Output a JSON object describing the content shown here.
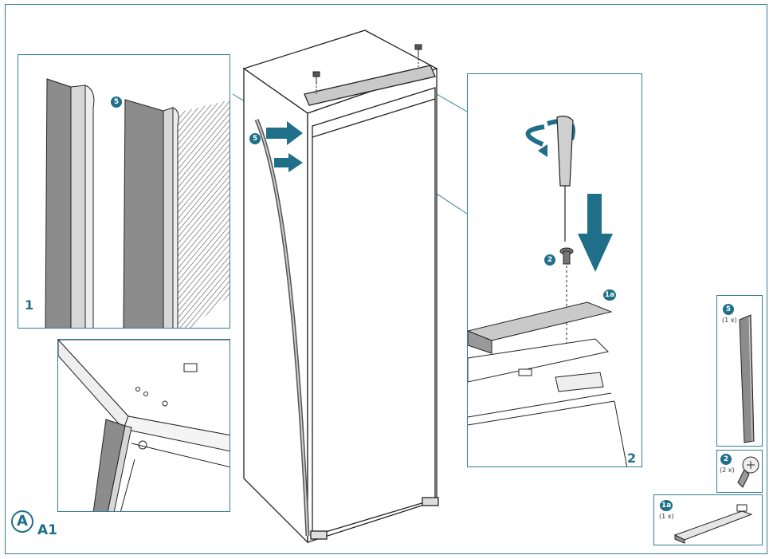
{
  "figure": {
    "section_letter": "A",
    "step_id": "A1",
    "callouts": {
      "gasket": "5",
      "screw": "2",
      "bracket": "1a"
    },
    "panels": {
      "detail_1": "1",
      "detail_2": "2"
    },
    "parts": [
      {
        "callout": "5",
        "quantity": "(1 x)",
        "icon": "gasket-strip-icon"
      },
      {
        "callout": "2",
        "quantity": "(2 x)",
        "icon": "screw-icon"
      },
      {
        "callout": "1a",
        "quantity": "(1 x)",
        "icon": "bracket-icon"
      }
    ],
    "colors": {
      "accent": "#1f6f88",
      "frame": "#2f7f96",
      "line": "#222222",
      "gasket_fill": "#8c8c8c"
    }
  }
}
